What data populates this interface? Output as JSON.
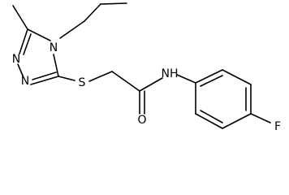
{
  "molecule": {
    "atoms": {
      "n_ring_top": "N",
      "n_ring_bottom": "N",
      "n_ring_propyl": "N",
      "sulfur": "S",
      "amide_nitrogen": "NH",
      "carbonyl_oxygen": "O",
      "fluorine": "F"
    }
  }
}
